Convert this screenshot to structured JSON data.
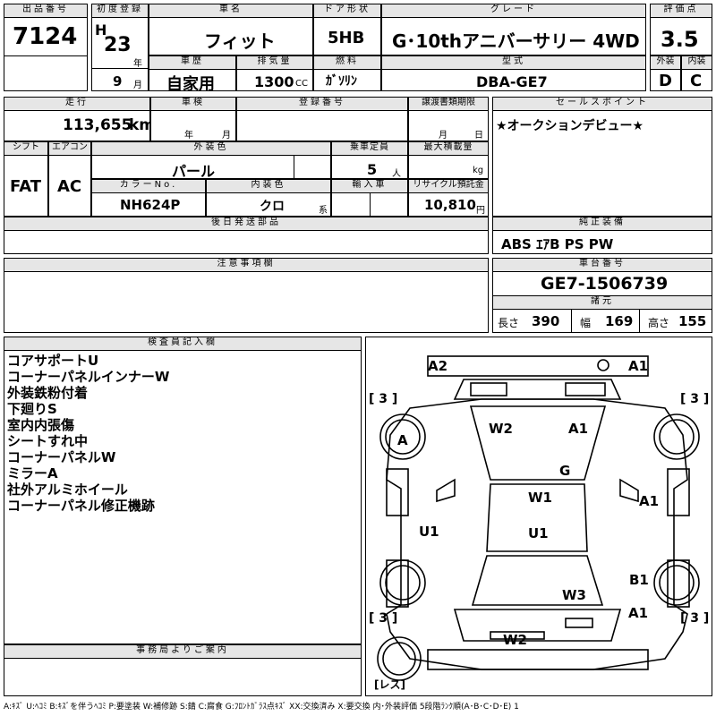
{
  "header": {
    "lot_label": "出品番号",
    "lot_no": "7124",
    "reg_label": "初度登録",
    "era": "H",
    "year": "23",
    "year_unit": "年",
    "month": "9",
    "month_unit": "月",
    "name_label": "車名",
    "name": "フィット",
    "door_label": "ドア形状",
    "door": "5HB",
    "grade_label": "グレード",
    "grade": "G･10thアニバーサリー 4WD",
    "score_label": "評価点",
    "score": "3.5",
    "history_label": "車歴",
    "history": "自家用",
    "disp_label": "排気量",
    "disp": "1300",
    "disp_unit": "CC",
    "fuel_label": "燃料",
    "fuel": "ｶﾞｿﾘﾝ",
    "model_label": "型式",
    "model": "DBA-GE7",
    "ext_label": "外装",
    "ext_grade": "D",
    "int_label": "内装",
    "int_grade": "C"
  },
  "spec": {
    "mileage_label": "走行",
    "mileage": "113,655",
    "mileage_unit": "km",
    "inspection_label": "車検",
    "insp_year_unit": "年",
    "insp_month_unit": "月",
    "plate_label": "登録番号",
    "transfer_label": "譲渡書類期限",
    "transfer_month_unit": "月",
    "transfer_day_unit": "日",
    "shift_label": "シフト",
    "shift": "FAT",
    "ac_label": "エアコン",
    "ac": "AC",
    "color_label": "外装色",
    "color": "パール",
    "capacity_label": "乗車定員",
    "capacity": "5",
    "capacity_unit": "人",
    "load_label": "最大積載量",
    "load_unit": "kg",
    "color_no_label": "カラーNo.",
    "color_no": "NH624P",
    "int_color_label": "内装色",
    "int_color": "クロ",
    "int_color_unit": "系",
    "import_label": "輸入車",
    "recycle_label": "リサイクル預託金",
    "recycle": "10,810",
    "recycle_unit": "円",
    "later_label": "後日発送部品"
  },
  "sales": {
    "label": "セールスポイント",
    "text": "★オークションデビュー★",
    "equip_label": "純正装備",
    "equip": "ABS ｴｱB PS PW"
  },
  "caution": {
    "label": "注意事項欄"
  },
  "chassis": {
    "label": "車台番号",
    "number": "GE7-1506739",
    "dims_label": "諸元",
    "len_label": "長さ",
    "length": "390",
    "wid_label": "幅",
    "width": "169",
    "hgt_label": "高さ",
    "height": "155"
  },
  "inspector": {
    "label": "検査員記入欄",
    "notes": [
      "コアサポートU",
      "コーナーパネルインナーW",
      "外装鉄粉付着",
      "下廻りS",
      "室内内張傷",
      "シートすれ中",
      "コーナーパネルW",
      "ミラーA",
      "社外アルミホイール",
      "コーナーパネル修正機跡"
    ]
  },
  "office": {
    "label": "事務局よりご案内"
  },
  "diagram": {
    "tire_fl": "3",
    "tire_fr": "3",
    "tire_rl": "3",
    "tire_rr": "3",
    "spare": "レス",
    "marks": {
      "front_left": "A2",
      "front_right": "A1",
      "roof_left": "W2",
      "roof_right": "A1",
      "wheel_left": "A",
      "glass": "G",
      "hood": "W1",
      "side_right": "A1",
      "side_left": "U1",
      "floor": "U1",
      "rear_right": "B1",
      "trunk": "W3",
      "rear_corner_right": "A1",
      "bumper_rear": "W2"
    }
  },
  "legend": "A:ｷｽﾞ U:ﾍｺﾐ B:ｷｽﾞを伴うﾍｺﾐ P:要塗装 W:補修跡 S:錆 C:腐食 G:ﾌﾛﾝﾄｶﾞﾗｽ点ｷｽﾞ XX:交換済み X:要交換 内･外装評価 5段階ﾗﾝｸ順(A･B･C･D･E) 1"
}
